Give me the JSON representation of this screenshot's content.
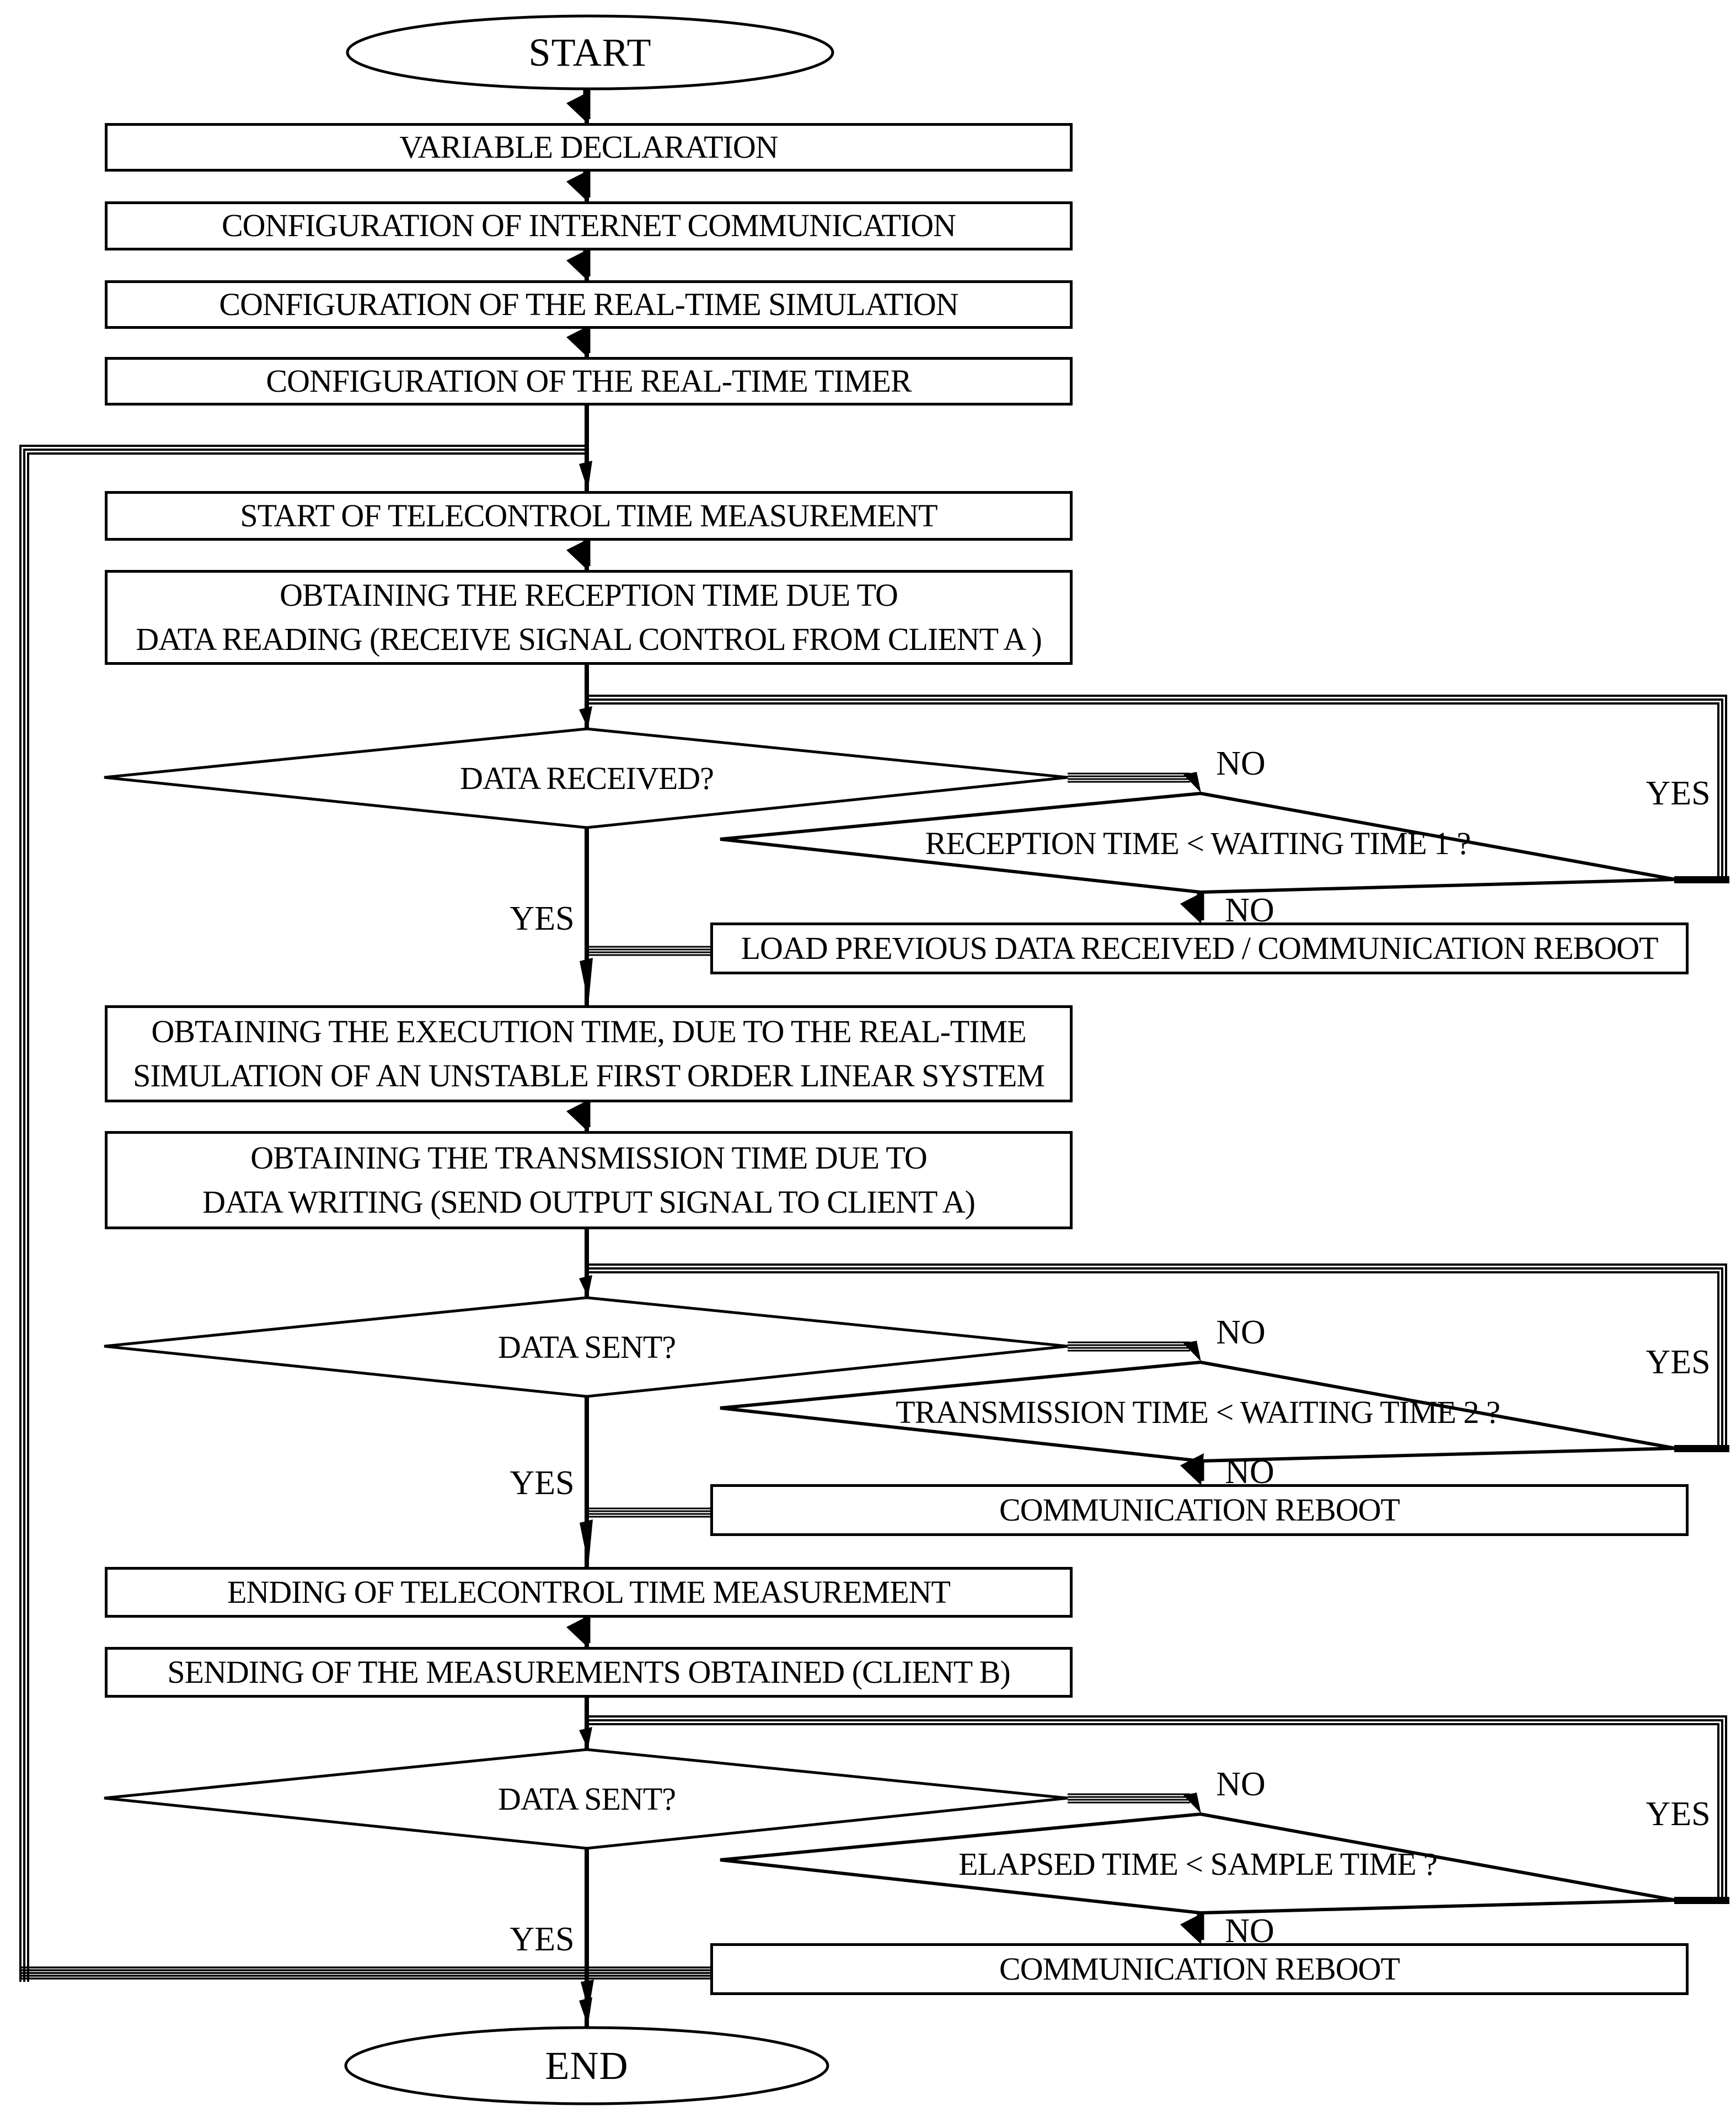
{
  "labels": {
    "yes": "YES",
    "no": "NO"
  },
  "nodes": {
    "start": "START",
    "variable_declaration": "VARIABLE DECLARATION",
    "config_internet": "CONFIGURATION OF INTERNET COMMUNICATION",
    "config_simulation": "CONFIGURATION OF THE REAL-TIME SIMULATION",
    "config_timer": "CONFIGURATION OF THE REAL-TIME TIMER",
    "start_measurement": "START OF TELECONTROL TIME MEASUREMENT",
    "reception_line1": "OBTAINING THE RECEPTION TIME DUE TO",
    "reception_line2": "DATA READING  (RECEIVE SIGNAL CONTROL FROM CLIENT A )",
    "data_received": "DATA RECEIVED?",
    "reception_wait": "RECEPTION TIME < WAITING TIME 1 ?",
    "load_previous": "LOAD PREVIOUS DATA RECEIVED  / COMMUNICATION REBOOT",
    "execution_line1": "OBTAINING THE EXECUTION TIME, DUE TO THE REAL-TIME",
    "execution_line2": "SIMULATION OF AN UNSTABLE  FIRST ORDER LINEAR SYSTEM",
    "transmission_line1": "OBTAINING THE TRANSMISSION TIME DUE TO",
    "transmission_line2": "DATA WRITING  (SEND OUTPUT SIGNAL TO CLIENT A)",
    "data_sent_1": "DATA SENT?",
    "transmission_wait": "TRANSMISSION TIME < WAITING TIME 2 ?",
    "comm_reboot_1": "COMMUNICATION REBOOT",
    "ending_measurement": "ENDING OF TELECONTROL TIME MEASUREMENT",
    "sending_measurements": "SENDING OF THE MEASUREMENTS OBTAINED (CLIENT B)",
    "data_sent_2": "DATA SENT?",
    "elapsed_sample": "ELAPSED TIME < SAMPLE TIME ?",
    "comm_reboot_2": "COMMUNICATION REBOOT",
    "end": "END"
  }
}
